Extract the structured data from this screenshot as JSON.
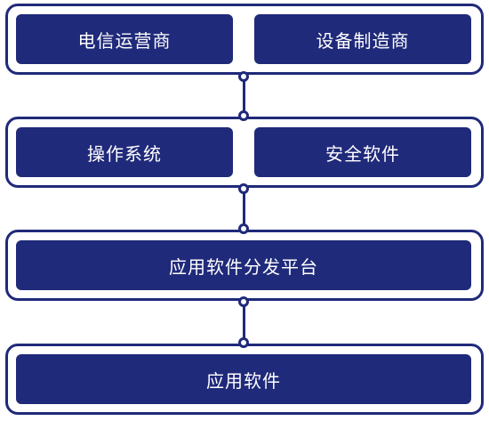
{
  "colors": {
    "primary": "#202a7a",
    "background": "#ffffff",
    "text": "#ffffff"
  },
  "layers": [
    {
      "boxes": [
        {
          "label": "电信运营商"
        },
        {
          "label": "设备制造商"
        }
      ]
    },
    {
      "boxes": [
        {
          "label": "操作系统"
        },
        {
          "label": "安全软件"
        }
      ]
    },
    {
      "boxes": [
        {
          "label": "应用软件分发平台"
        }
      ]
    },
    {
      "boxes": [
        {
          "label": "应用软件"
        }
      ]
    }
  ]
}
